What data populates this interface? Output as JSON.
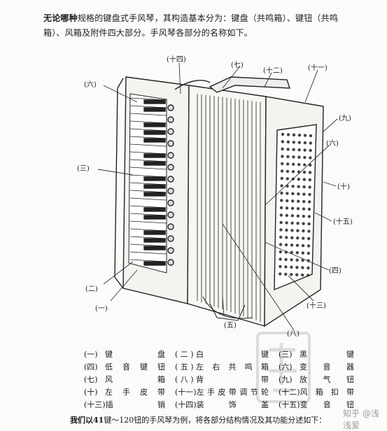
{
  "intro": {
    "line1_bold": "无论哪种",
    "line1_rest": "规格的键盘式手风琴，其构造基本分为：键盘（共鸣箱）、键钮（共鸣",
    "line2": "箱）、风箱及附件四大部分。手风琴各部分的名称如下。"
  },
  "figure_labels": {
    "l14": "(十四)",
    "l7": "(七)",
    "l12": "(十二)",
    "l11": "(十一)",
    "l6a": "(六)",
    "l3": "(三)",
    "l9": "(九)",
    "l6b": "(六)",
    "l10": "(十)",
    "l15": "(十五)",
    "l4": "(四)",
    "l2": "(二)",
    "l1": "(一)",
    "l13": "(十三)",
    "l5": "(五)",
    "l8": "(八)"
  },
  "legend": [
    {
      "num": "(一)",
      "name": "键盘"
    },
    {
      "num": "( 二 )",
      "name": "白键"
    },
    {
      "num": "(三)",
      "name": "黑键"
    },
    {
      "num": "(四)",
      "name": "低音键钮"
    },
    {
      "num": "( 五 )",
      "name": "左右共鸣箱"
    },
    {
      "num": "(六)",
      "name": "变音器"
    },
    {
      "num": "(七)",
      "name": "风箱"
    },
    {
      "num": "( 八 )",
      "name": "背带"
    },
    {
      "num": "(九)",
      "name": "放气钮"
    },
    {
      "num": "(十)",
      "name": "左手皮带"
    },
    {
      "num": "(十一)",
      "name": "左手皮带调节轮"
    },
    {
      "num": "(十二)",
      "name": "风箱扣带"
    },
    {
      "num": "(十三)",
      "name": "插销"
    },
    {
      "num": "(十四)",
      "name": "装饰盖"
    },
    {
      "num": "(十五)",
      "name": "变音钮"
    }
  ],
  "footer": {
    "bold": "我们以41",
    "rest": "键～120钮的手风琴为例，将各部分结构情况及其功能分述如下："
  },
  "watermark": "知乎 @浅浅爱"
}
